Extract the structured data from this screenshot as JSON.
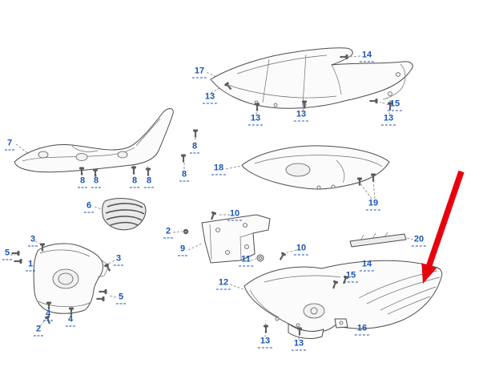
{
  "diagram": {
    "type": "exploded-parts-diagram",
    "label_color": "#1a56b5",
    "arrow_color": "#e8000d",
    "callouts": [
      {
        "label": "7"
      },
      {
        "label": "8"
      },
      {
        "label": "8"
      },
      {
        "label": "8"
      },
      {
        "label": "8"
      },
      {
        "label": "8"
      },
      {
        "label": "8"
      },
      {
        "label": "6"
      },
      {
        "label": "17"
      },
      {
        "label": "14"
      },
      {
        "label": "13"
      },
      {
        "label": "13"
      },
      {
        "label": "13"
      },
      {
        "label": "15"
      },
      {
        "label": "13"
      },
      {
        "label": "18"
      },
      {
        "label": "19"
      },
      {
        "label": "10"
      },
      {
        "label": "2"
      },
      {
        "label": "9"
      },
      {
        "label": "11"
      },
      {
        "label": "10"
      },
      {
        "label": "14"
      },
      {
        "label": "15"
      },
      {
        "label": "12"
      },
      {
        "label": "16"
      },
      {
        "label": "13"
      },
      {
        "label": "13"
      },
      {
        "label": "20"
      },
      {
        "label": "3"
      },
      {
        "label": "5"
      },
      {
        "label": "1"
      },
      {
        "label": "3"
      },
      {
        "label": "5"
      },
      {
        "label": "4"
      },
      {
        "label": "2"
      },
      {
        "label": "4"
      }
    ]
  }
}
